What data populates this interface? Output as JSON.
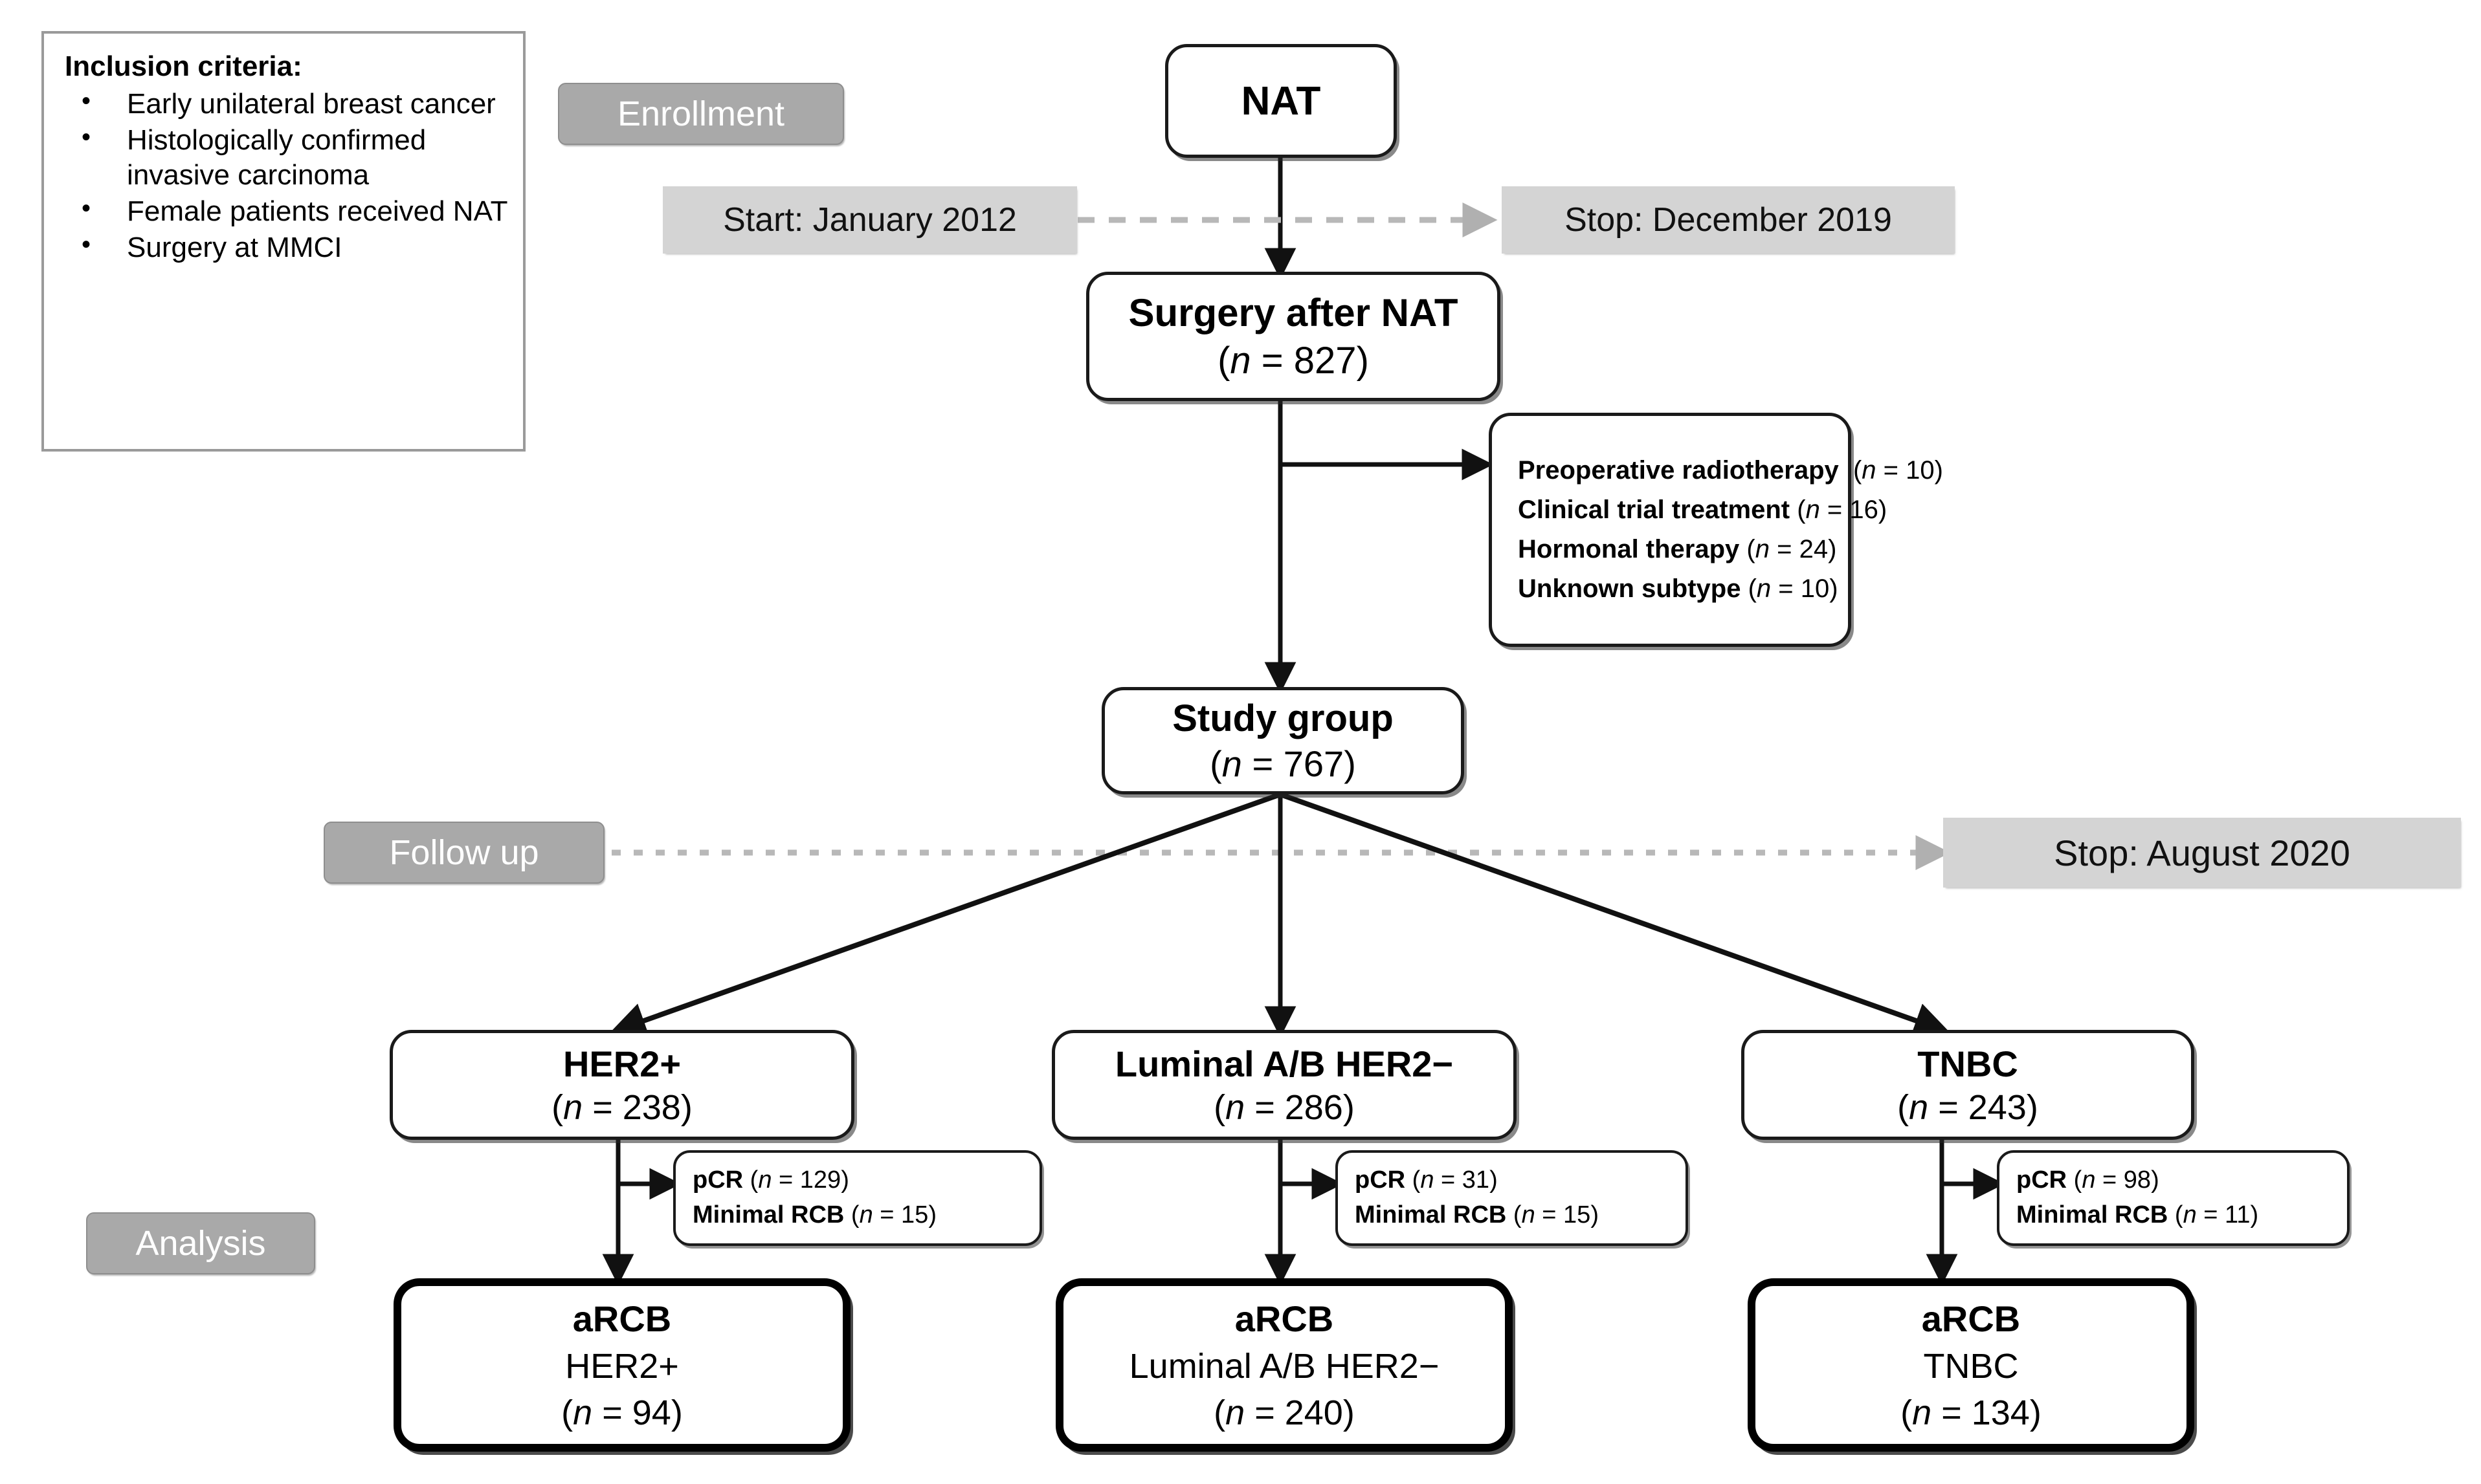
{
  "diagram": {
    "title": "CONSORT-style patient flow diagram",
    "colors": {
      "badge_bg": "#a9a9a9",
      "badge_text": "#ffffff",
      "chip_bg": "#d4d4d4",
      "box_border": "#1a1a1a",
      "emphasis_border": "#000000",
      "dashed_arrow": "#b3b3b3"
    }
  },
  "inclusion": {
    "title": "Inclusion criteria:",
    "items": [
      "Early unilateral breast cancer",
      "Histologically confirmed invasive carcinoma",
      "Female patients received NAT",
      "Surgery at MMCI"
    ]
  },
  "stages": {
    "enrollment": "Enrollment",
    "follow_up": "Follow up",
    "analysis": "Analysis"
  },
  "timeline": {
    "enrollment_start": "Start: January 2012",
    "enrollment_stop": "Stop: December  2019",
    "followup_stop": "Stop: August 2020"
  },
  "nodes": {
    "nat": {
      "label": "NAT"
    },
    "surgery": {
      "label": "Surgery after NAT",
      "count_prefix": "(",
      "n_symbol": "n",
      "eq": " = ",
      "count": "827",
      "count_suffix": ")"
    },
    "study_group": {
      "label": "Study group",
      "n_symbol": "n",
      "count": "767"
    },
    "excluded": {
      "rows": [
        {
          "label": "Preoperative radiotherapy ",
          "n_symbol": "n",
          "count": "10"
        },
        {
          "label": "Clinical trial treatment",
          "n_symbol": "n",
          "count": "16"
        },
        {
          "label": "Hormonal therapy",
          "n_symbol": "n",
          "count": "24"
        },
        {
          "label": "Unknown subtype",
          "n_symbol": "n",
          "count": "10"
        }
      ]
    },
    "subtypes": [
      {
        "key": "her2pos",
        "label": "HER2+",
        "n_symbol": "n",
        "count": "238",
        "excluded": [
          {
            "label": "pCR",
            "n_symbol": "n",
            "count": "129",
            "bold": false
          },
          {
            "label": "Minimal RCB",
            "n_symbol": "n",
            "count": "15",
            "bold": true
          }
        ],
        "result": {
          "title": "aRCB",
          "subtitle": "HER2+",
          "n_symbol": "n",
          "count": "94"
        }
      },
      {
        "key": "luminal",
        "label": "Luminal A/B HER2−",
        "n_symbol": "n",
        "count": "286",
        "excluded": [
          {
            "label": "pCR",
            "n_symbol": "n",
            "count": "31",
            "bold": false
          },
          {
            "label": "Minimal RCB",
            "n_symbol": "n",
            "count": "15",
            "bold": true
          }
        ],
        "result": {
          "title": "aRCB",
          "subtitle": "Luminal A/B HER2−",
          "n_symbol": "n",
          "count": "240"
        }
      },
      {
        "key": "tnbc",
        "label": "TNBC",
        "n_symbol": "n",
        "count": "243",
        "excluded": [
          {
            "label": "pCR",
            "n_symbol": "n",
            "count": "98",
            "bold": false
          },
          {
            "label": "Minimal RCB",
            "n_symbol": "n",
            "count": "11",
            "bold": true
          }
        ],
        "result": {
          "title": "aRCB",
          "subtitle": "TNBC",
          "n_symbol": "n",
          "count": "134"
        }
      }
    ]
  }
}
